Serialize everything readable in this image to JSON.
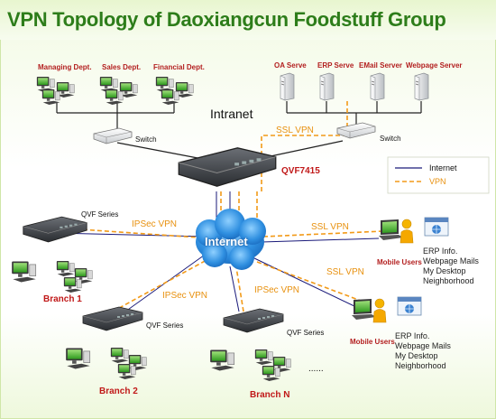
{
  "title": "VPN Topology of Daoxiangcun Foodstuff Group",
  "departments": [
    "Managing Dept.",
    "Sales Dept.",
    "Financial Dept."
  ],
  "servers": [
    "OA Serve",
    "ERP Serve",
    "EMail Server",
    "Webpage Server"
  ],
  "switch_label": "Switch",
  "intranet_label": "Intranet",
  "core_device": "QVF7415",
  "internet_label": "Internet",
  "qvf_series_label": "QVF Series",
  "ssl_vpn_label": "SSL VPN",
  "ipsec_vpn_label": "IPSec VPN",
  "branches": [
    "Branch 1",
    "Branch 2",
    "Branch N"
  ],
  "ellipsis": "......",
  "mobile_users_label": "Mobile Users",
  "mobile_services": "ERP Info.\nWebpage Mails\nMy Desktop\nNeighborhood",
  "legend": {
    "internet": "Internet",
    "vpn": "VPN"
  },
  "colors": {
    "title": "#2d7d1a",
    "red_label": "#c01818",
    "vpn_line": "#f29a18",
    "internet_line": "#1a1a7a",
    "cloud": "#2a8fe0"
  }
}
